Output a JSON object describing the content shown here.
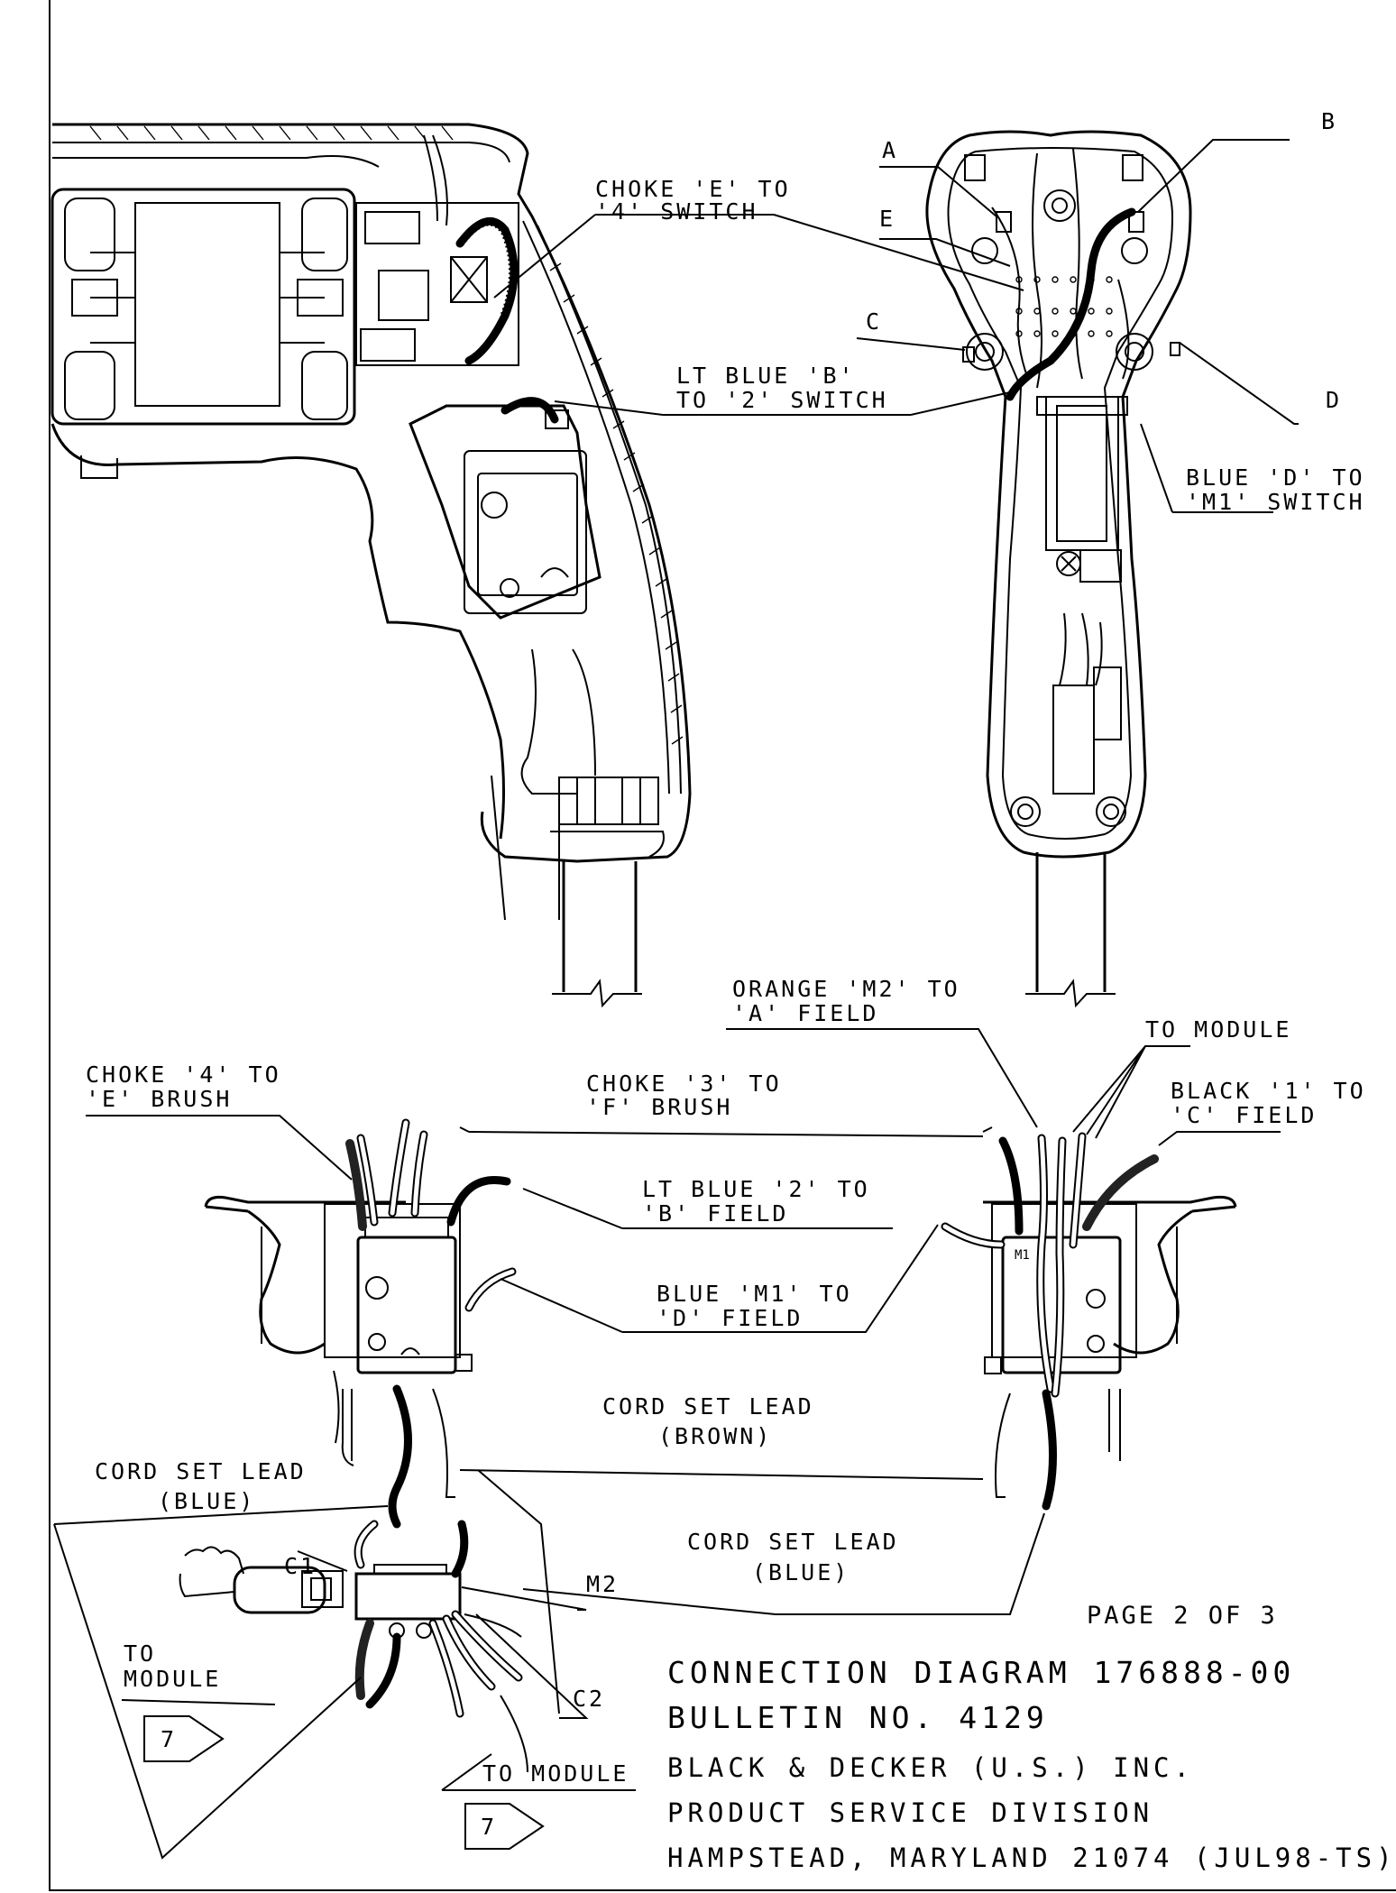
{
  "views": {
    "side": {
      "callouts": [
        {
          "line1": "CHOKE 'E' TO",
          "line2": "'4' SWITCH"
        },
        {
          "line1": "LT BLUE 'B'",
          "line2": "TO '2' SWITCH"
        }
      ]
    },
    "rear": {
      "letters": [
        "A",
        "E",
        "C",
        "B",
        "D"
      ],
      "callouts": [
        {
          "line1": "BLUE 'D' TO",
          "line2": "'M1' SWITCH"
        }
      ]
    },
    "lower": {
      "callouts": [
        {
          "line1": "CHOKE '4' TO",
          "line2": "'E' BRUSH"
        },
        {
          "line1": "CHOKE '3' TO",
          "line2": "'F' BRUSH"
        },
        {
          "line1": "LT BLUE '2' TO",
          "line2": "'B' FIELD"
        },
        {
          "line1": "BLUE 'M1' TO",
          "line2": "'D' FIELD"
        },
        {
          "line1": "ORANGE 'M2' TO",
          "line2": "'A' FIELD"
        },
        {
          "line1": "TO MODULE",
          "line2": ""
        },
        {
          "line1": "BLACK '1' TO",
          "line2": "'C' FIELD"
        },
        {
          "line1": "CORD SET LEAD",
          "line2": "(BROWN)"
        },
        {
          "line1": "CORD SET LEAD",
          "line2": "(BLUE)"
        },
        {
          "line1": "CORD SET LEAD",
          "line2": "(BLUE)"
        }
      ],
      "switch_marks": [
        "M1"
      ]
    },
    "choke": {
      "labels": [
        "C1",
        "M2",
        "C2"
      ],
      "module_left": {
        "line1": "TO",
        "line2": "MODULE",
        "badge": "7"
      },
      "module_bottom": {
        "text": "TO MODULE",
        "badge": "7"
      }
    }
  },
  "footer": {
    "page": "PAGE 2 OF 3",
    "title": "CONNECTION DIAGRAM 176888-00",
    "bulletin": "BULLETIN NO. 4129",
    "company": "BLACK & DECKER (U.S.) INC.",
    "division": "PRODUCT SERVICE DIVISION",
    "address": "HAMPSTEAD, MARYLAND 21074 (JUL98-TS)"
  }
}
